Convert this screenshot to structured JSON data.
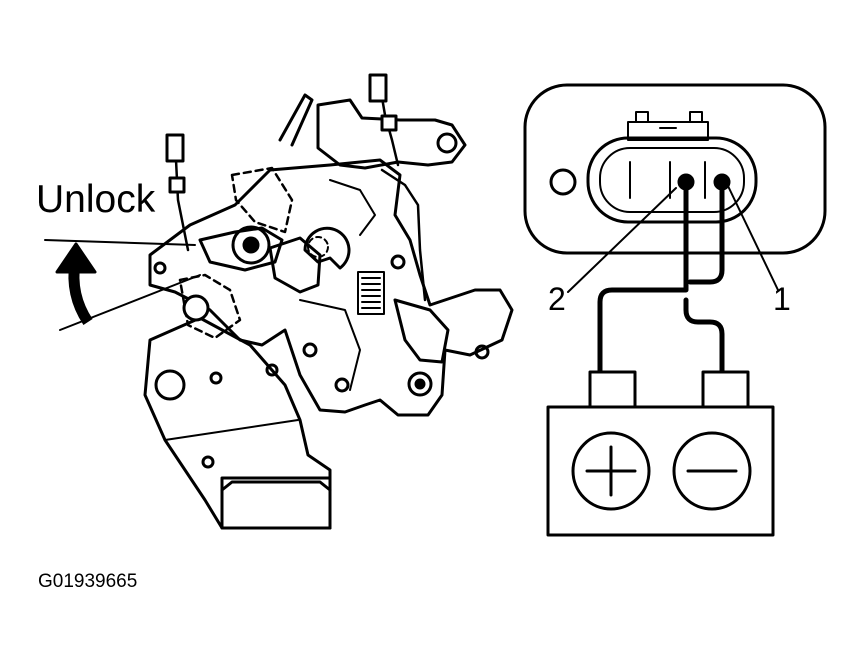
{
  "labels": {
    "unlock": "Unlock",
    "pin_2": "2",
    "pin_1": "1",
    "figure_id": "G01939665"
  },
  "colors": {
    "ink": "#000000",
    "paper": "#ffffff"
  },
  "icons": {
    "arrow": "curved-arrow-up-icon",
    "battery_plus": "plus-icon",
    "battery_minus": "minus-icon"
  }
}
